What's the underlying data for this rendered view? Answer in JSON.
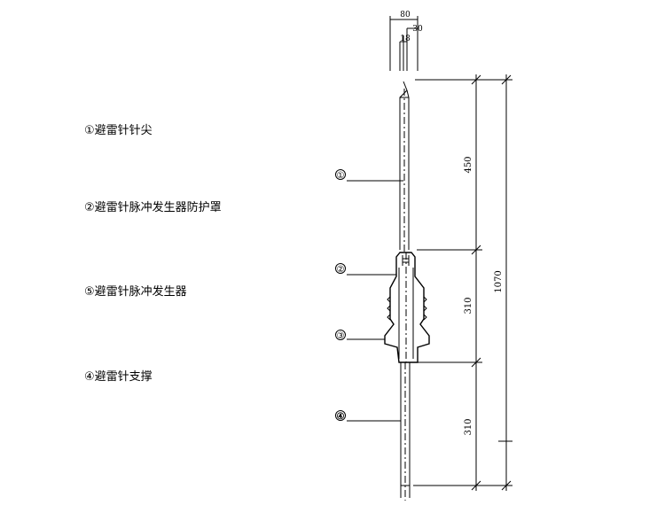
{
  "legend": [
    "①避雷针针尖",
    "②避雷针脉冲发生器防护罩",
    "⑤避雷针脉冲发生器",
    "④避雷针支撑"
  ],
  "callouts": [
    "①",
    "②",
    "③",
    "④"
  ],
  "detail_dims": [
    "80",
    "30",
    "18"
  ],
  "dims": {
    "seg1": "450",
    "seg2": "310",
    "seg3": "310",
    "total": "1070"
  }
}
